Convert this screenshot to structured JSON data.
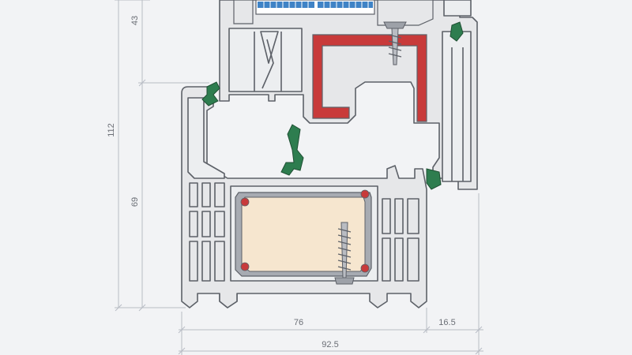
{
  "diagram": {
    "dimensions": {
      "left_top": "43",
      "left_mid": "69",
      "left_total": "112",
      "bottom_width_main": "76",
      "bottom_width_small": "16.5",
      "bottom_width_total": "92.5"
    },
    "colors": {
      "background": "#f2f3f5",
      "profile_fill": "#e6e7e9",
      "profile_outline": "#5d6168",
      "reinforcement_red": "#c83a3a",
      "steel_core": "#f6e6cf",
      "gasket_green": "#2e7d4f",
      "glass_blue": "#3f83c6",
      "screw_gray": "#7b7f86",
      "dim_line": "#b8bcc4"
    }
  }
}
